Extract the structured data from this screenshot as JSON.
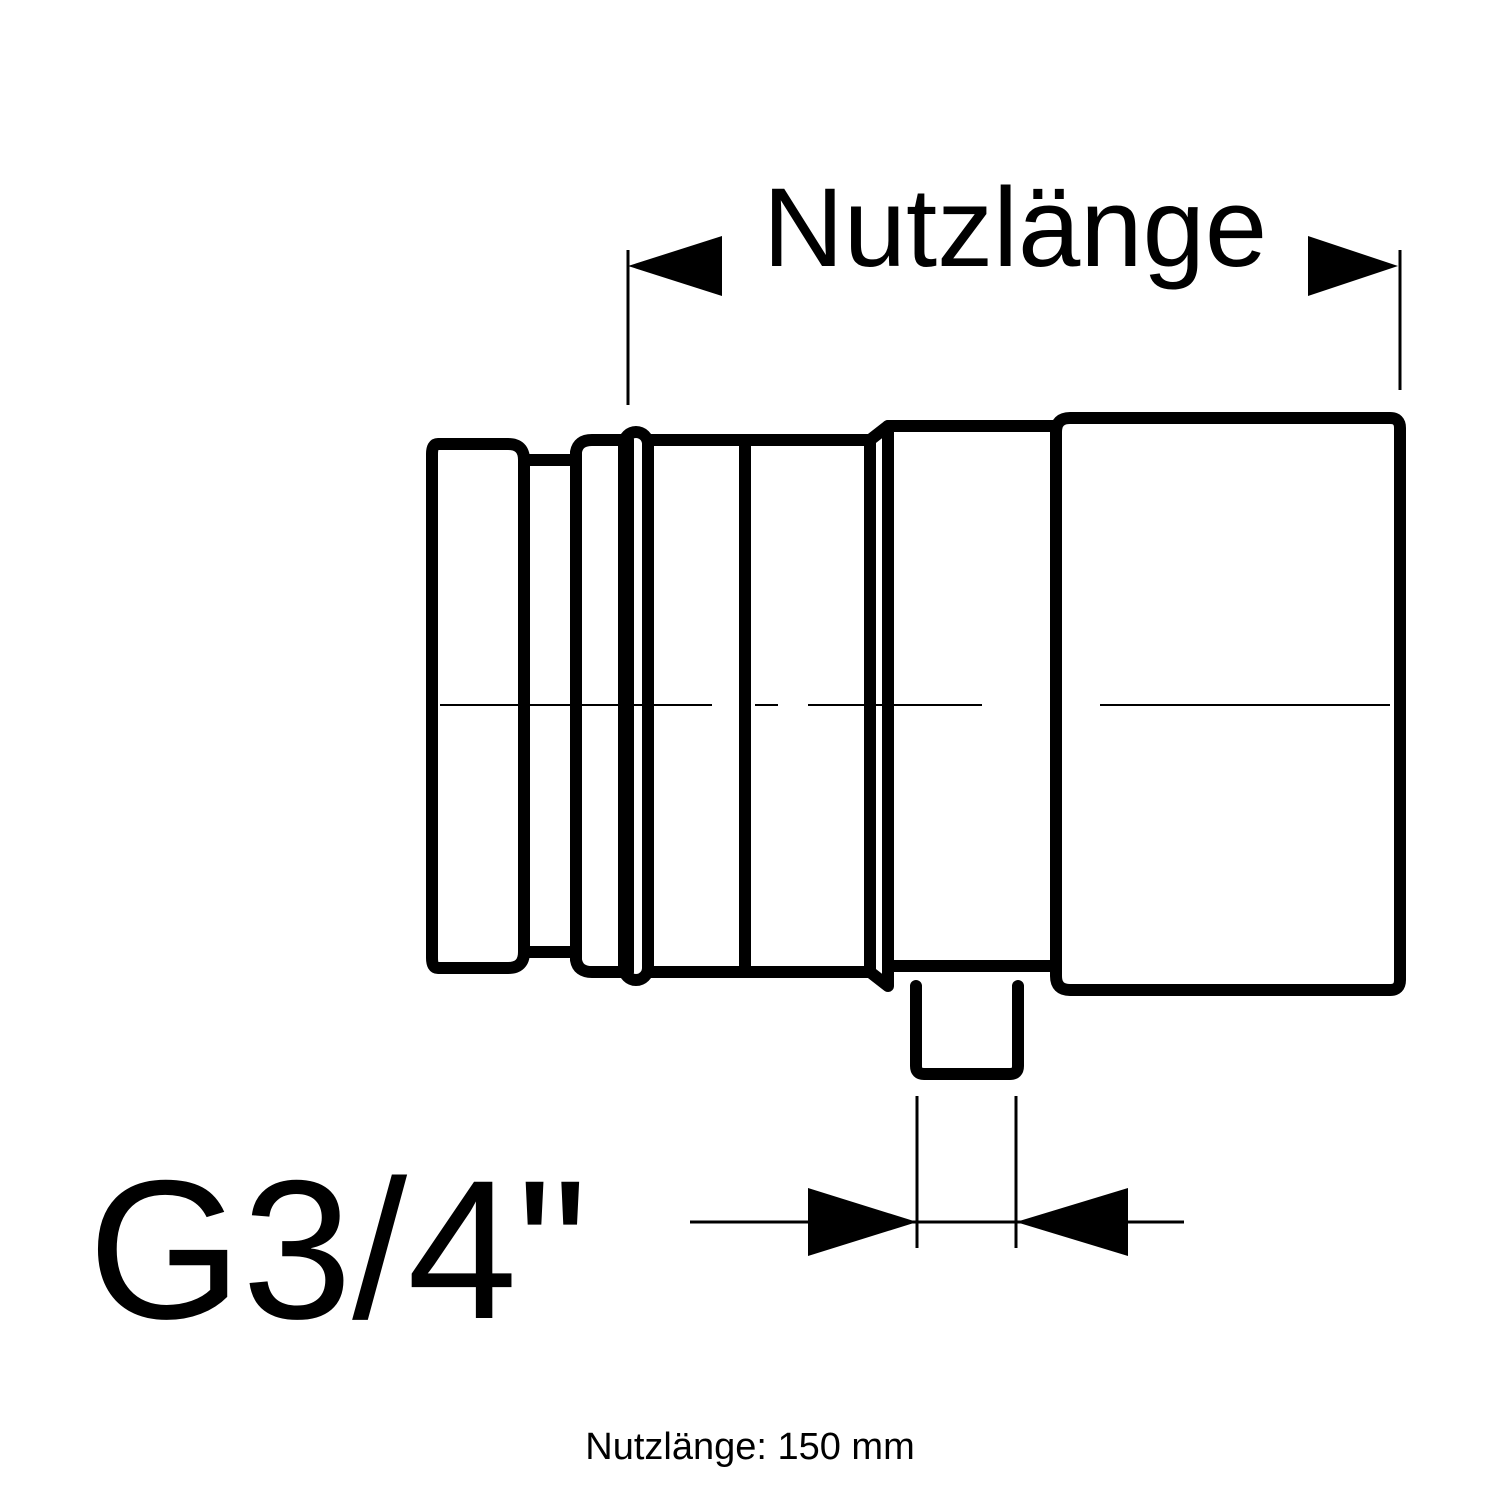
{
  "labels": {
    "length_label": "Nutzlänge",
    "thread_label": "G3/4\""
  },
  "caption": "Nutzlänge: 150 mm"
}
